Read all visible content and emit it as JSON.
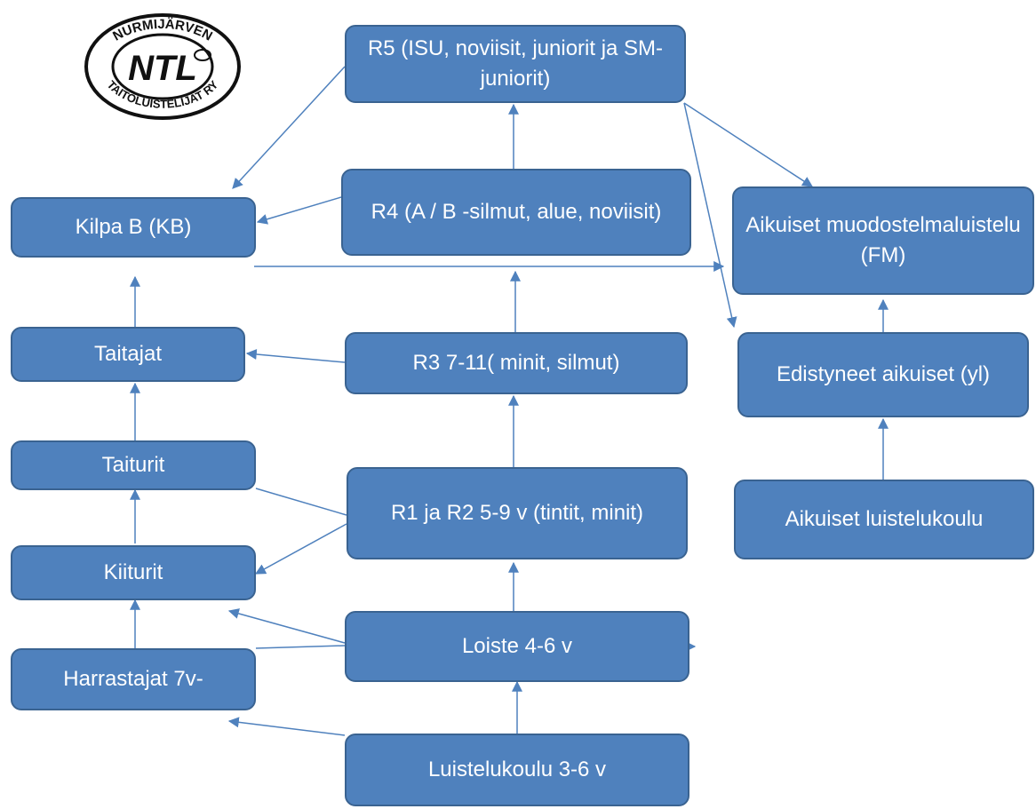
{
  "logo": {
    "top_text": "NURMIJÄRVEN",
    "mark": "NTL",
    "bottom_text": "TAITOLUISTELIJAT RY"
  },
  "nodes": {
    "r5": "R5 (ISU, noviisit, juniorit ja SM-juniorit)",
    "r4": "R4 (A / B -silmut, alue, noviisit)",
    "kilpa_b": "Kilpa B (KB)",
    "aikuiset_fm": "Aikuiset muodostelmaluistelu (FM)",
    "taitajat": "Taitajat",
    "r3": "R3 7-11( minit, silmut)",
    "edistyneet": "Edistyneet aikuiset (yl)",
    "taiturit": "Taiturit",
    "r1_r2": "R1 ja R2 5-9 v (tintit, minit)",
    "aikuiset_luistelukoulu": "Aikuiset luistelukoulu",
    "kiiturit": "Kiiturit",
    "loiste": "Loiste 4-6 v",
    "harrastajat": "Harrastajat 7v-",
    "luistelukoulu": "Luistelukoulu 3-6 v"
  },
  "colors": {
    "node_fill": "#4f81bd",
    "node_border": "#3a6391",
    "node_text": "#ffffff",
    "arrow": "#4f81bd"
  }
}
